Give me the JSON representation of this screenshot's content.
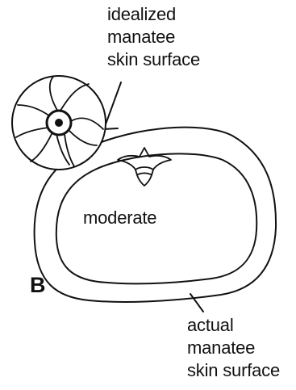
{
  "labels": {
    "top": [
      "idealized",
      "manatee",
      "skin surface"
    ],
    "center": "moderate",
    "panel": "B",
    "bottom": [
      "actual",
      "manatee",
      "skin surface"
    ]
  },
  "colors": {
    "ink": "#111111",
    "paper": "#ffffff"
  }
}
